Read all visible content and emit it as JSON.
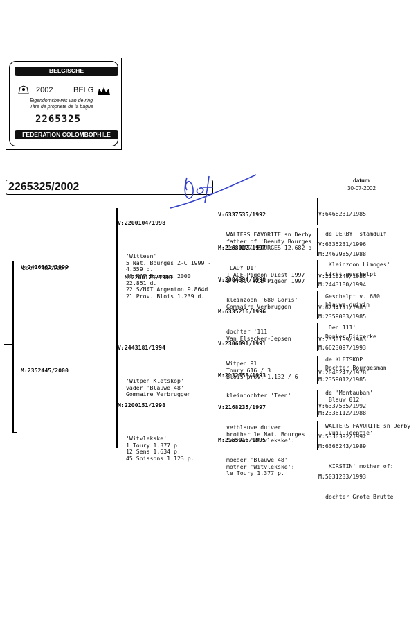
{
  "card": {
    "banner_top": "BELGISCHE DUIVENLIEFHEBBERSBOND",
    "year": "2002",
    "country": "BELG",
    "owner_line1": "Eigendomsbewijs van de ring",
    "owner_line2": "Titre de propriete de la bague",
    "ring_number": "2265325",
    "banner_bottom": "FEDERATION COLOMBOPHILE BELGE"
  },
  "header": {
    "pigeon_id": "2265325/2002",
    "datum_label": "datum",
    "datum_value": "30-07-2002"
  },
  "gen1": {
    "sire_ring": "2416861/1999",
    "sire_note": "zoon 'Witteen'",
    "dam_ring": "2352445/2000"
  },
  "gen2": {
    "ss_ring": "2200104/1998",
    "ss_lines": [
      "'Witteen'",
      "5 Nat. Bourges Z-C 1999 -",
      "4.559 d.",
      "46 NAT Bourges 2000",
      "22.851 d.",
      "22 S/NAT Argenton 9.864d",
      "21 Prov. Blois 1.239 d."
    ],
    "sd_ring": "2200173/1998",
    "ds_ring": "2443181/1994",
    "ds_lines": [
      "'Witpen Kletskop'",
      "vader 'Blauwe 48'",
      "Gommaire Verbruggen"
    ],
    "dd_ring": "2200151/1998",
    "dd_lines": [
      "'Witvlekske'",
      "1 Toury 1.377 p.",
      "12 Sens 1.634 p.",
      "45 Soissons 1.123 p."
    ]
  },
  "gen3": [
    {
      "ring": "6337535/1992",
      "lines": [
        "WALTERS FAVORITE sn Derby",
        "father of 'Beauty Bourges",
        "1st NAT. BOURGES 12.682 p"
      ]
    },
    {
      "ring": "2168012/1997",
      "lines": [
        "'LADY DI'",
        "1 ACE-Pigeon Diest 1997",
        "8 Prov. ACE-Pigeon 1997"
      ]
    },
    {
      "ring": "2084394/1990",
      "lines": [
        "kleinzoon '680 Goris'",
        "Gommaire Verbruggen"
      ]
    },
    {
      "ring": "6335216/1996",
      "lines": [
        "dochter '111'",
        "Van Elsacker-Jepsen"
      ]
    },
    {
      "ring": "2306091/1991",
      "lines": [
        "Witpen 91",
        "Toury 616 / 3",
        "Blois prov. 1.132 / 6"
      ]
    },
    {
      "ring": "2132358/1993",
      "lines": [
        "kleindochter 'Teen'"
      ]
    },
    {
      "ring": "2168235/1997",
      "lines": [
        "vetblauwe duiver",
        "brother 1e Nat. Bourges",
        "father 'Witvlekske':"
      ]
    },
    {
      "ring": "2155016/1995",
      "lines": [
        "moeder 'Blauwe 48'",
        "mother 'Witvlekske':",
        "le Toury 1.377 p."
      ]
    }
  ],
  "gen4": [
    {
      "v_ring": "6468231/1985",
      "v_note": "de DERBY  stamduif",
      "m_ring": "2462985/1988",
      "m_note": "Licht geschelpt"
    },
    {
      "v_ring": "6335231/1996",
      "v_note": "'Kleinzoon Limoges'",
      "m_ring": "2443180/1994",
      "m_note": "blauwe duivin"
    },
    {
      "v_ring": "2118249/1986",
      "v_note": "Geschelpt v. 680",
      "m_ring": "2359083/1985",
      "m_note": "Donker Bijterke"
    },
    {
      "v_ring": "6234111/1985",
      "v_note": "'Den 111'",
      "m_ring": "6623097/1993",
      "m_note": "Dochter Bourgesman"
    },
    {
      "v_ring": "2350199/1983",
      "v_note": "de KLETSKOP",
      "m_ring": "2359012/1985",
      "m_note": "'Blauw 012'"
    },
    {
      "v_ring": "2048247/1978",
      "v_note": "de 'Montauban'",
      "m_ring": "2336112/1988",
      "m_note": "'Vuil Teentje'"
    },
    {
      "v_ring": "6337535/1992",
      "v_note": "WALTERS FAVORITE sn Derby",
      "m_ring": "6366243/1989",
      "m_note": "'KIRSTIN' mother of:"
    },
    {
      "v_ring": "5330392/1992",
      "v_note": "",
      "m_ring": "5031233/1993",
      "m_note": "dochter Grote Brutte"
    }
  ],
  "labels": {
    "v": "V:",
    "m": "M:"
  }
}
